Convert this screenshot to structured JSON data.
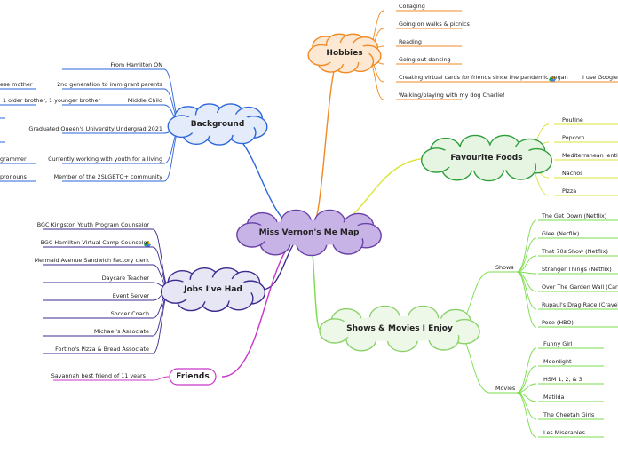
{
  "center": {
    "title": "Miss Vernon's Me Map"
  },
  "background": {
    "title": "Background",
    "items": [
      "From Hamilton ON",
      "2nd generation to immigrant parents",
      "Middle Child",
      "Graduated Queen's University Undergrad 2021",
      "Currently working with youth for a living",
      "Member of the 2SLGBTQ+ community"
    ],
    "sub_items": [
      "ese mother",
      "1 older brother, 1 younger brother",
      "grammer",
      "pronouns"
    ]
  },
  "hobbies": {
    "title": "Hobbies",
    "items": [
      "Collaging",
      "Going on walks & picnics",
      "Reading",
      "Going out dancing",
      "Creating virtual cards for friends since the pandemic began",
      "Walking/playing with my dog Charlie!"
    ],
    "sub_items": [
      "I use Google S"
    ]
  },
  "favourite_foods": {
    "title": "Favourite Foods",
    "items": [
      "Poutine",
      "Popcorn",
      "Mediterranean lentil s",
      "Nachos",
      "Pizza"
    ]
  },
  "jobs": {
    "title": "Jobs I've Had",
    "items": [
      "BGC Kingston Youth Program Counselor",
      "BGC Hamilton Virtual Camp Counselor",
      "Mermaid Avenue Sandwich Factory clerk",
      "Daycare Teacher",
      "Event Server",
      "Soccer Coach",
      "Michael's Associate",
      "Fortino's Pizza & Bread Associate"
    ]
  },
  "friends": {
    "title": "Friends",
    "items": [
      "Savannah best friend of 11 years"
    ]
  },
  "shows_movies": {
    "title": "Shows & Movies I Enjoy",
    "shows_label": "Shows",
    "shows": [
      "The Get Down (Netflix)",
      "Glee (Netflix)",
      "That 70s Show (Netflix)",
      "Stranger Things (Netflix)",
      "Over The Garden Wall (Cartoo",
      "Rupaul's Drag Race (CraveTV)",
      "Pose (HBO)"
    ],
    "movies_label": "Movies",
    "movies": [
      "Funny Girl",
      "Moonlight",
      "HSM 1, 2, & 3",
      "Matilda",
      "The Cheetah Girls",
      "Les Miserables"
    ]
  },
  "colors": {
    "center_fill": "#c8b3e6",
    "center_stroke": "#6a3fa8",
    "background": "#2d66d9",
    "background_fill": "#e4ecfb",
    "hobbies": "#f08a24",
    "hobbies_fill": "#fde8d3",
    "foods": "#dbe53a",
    "foods_node": "#2e9e3a",
    "foods_fill": "#e6f5e2",
    "jobs": "#3c2a8f",
    "jobs_fill": "#e6e6f5",
    "friends": "#c836c8",
    "friends_fill": "#ffffff",
    "shows": "#7bde4c",
    "shows_node": "#8ad16a",
    "shows_fill": "#eef8e8"
  }
}
